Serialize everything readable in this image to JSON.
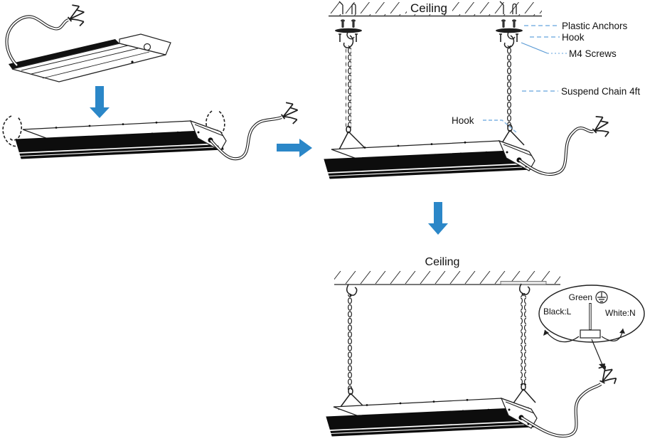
{
  "document": {
    "kind": "luminaire-suspension-installation-diagram",
    "steps": 3
  },
  "labels": {
    "ceiling_top": "Ceiling",
    "ceiling_bottom": "Ceiling",
    "plastic_anchors": "Plastic Anchors",
    "hook_top": "Hook",
    "m4_screws": "M4 Screws",
    "suspend_chain": "Suspend Chain 4ft",
    "hook_mid": "Hook",
    "wiring": {
      "green": "Green",
      "black_l": "Black:L",
      "white_n": "White:N"
    }
  },
  "colors": {
    "arrow": "#2B87C8",
    "leader": "#7FB4E3",
    "leader_solid": "#5B9BD5",
    "ink": "#1F1F1F"
  },
  "icons": {
    "down_arrow": "down-arrow",
    "right_arrow": "right-arrow",
    "ground_symbol": "earth-ground"
  }
}
